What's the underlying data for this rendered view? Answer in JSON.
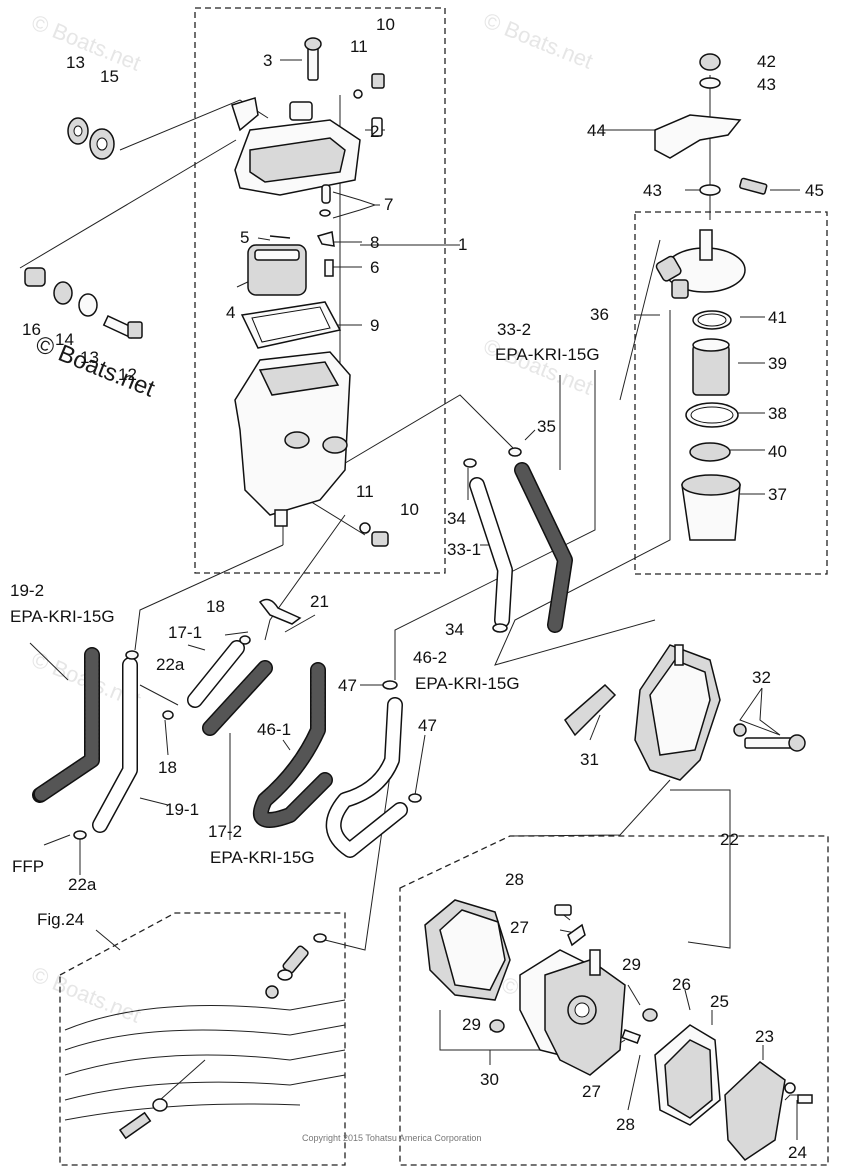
{
  "watermarks": {
    "boats_net": "© Boats.net"
  },
  "copyright": "Copyright 2015 Tohatsu America Corporation",
  "fig_ref": "Fig.24",
  "ffp_label": "FFP",
  "hose_spec": "EPA-KRI-15G",
  "labels": {
    "p1": "1",
    "p2": "2",
    "p3": "3",
    "p4": "4",
    "p5": "5",
    "p6": "6",
    "p7": "7",
    "p8": "8",
    "p9": "9",
    "p10": "10",
    "p10b": "10",
    "p11": "11",
    "p11b": "11",
    "p12": "12",
    "p13": "13",
    "p13b": "13",
    "p14": "14",
    "p15": "15",
    "p16": "16",
    "p17_1": "17-1",
    "p17_2": "17-2",
    "p18": "18",
    "p18b": "18",
    "p19_1": "19-1",
    "p19_2": "19-2",
    "p21": "21",
    "p22": "22",
    "p22a": "22a",
    "p22a_b": "22a",
    "p23": "23",
    "p24": "24",
    "p25": "25",
    "p26": "26",
    "p27": "27",
    "p27b": "27",
    "p28": "28",
    "p28b": "28",
    "p29": "29",
    "p29b": "29",
    "p30": "30",
    "p31": "31",
    "p32": "32",
    "p33_1": "33-1",
    "p33_2": "33-2",
    "p34": "34",
    "p34b": "34",
    "p35": "35",
    "p36": "36",
    "p37": "37",
    "p38": "38",
    "p39": "39",
    "p40": "40",
    "p41": "41",
    "p42": "42",
    "p43": "43",
    "p43b": "43",
    "p44": "44",
    "p45": "45",
    "p46_1": "46-1",
    "p46_2": "46-2",
    "p47": "47",
    "p47b": "47"
  }
}
